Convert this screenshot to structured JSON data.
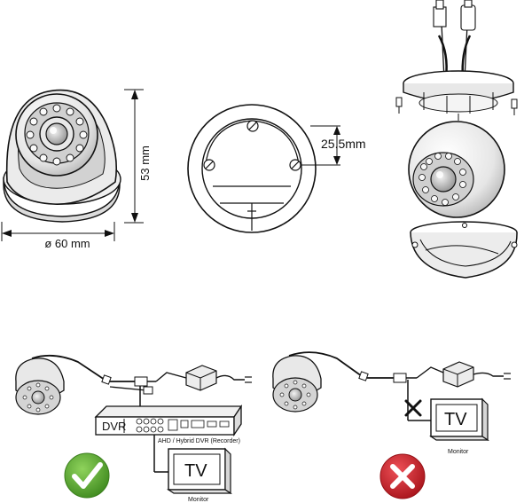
{
  "dimensions": {
    "height_label": "53 mm",
    "diameter_label": "ø 60 mm",
    "mount_label": "25.5mm"
  },
  "wiring_ok": {
    "dvr_label": "DVR",
    "recorder_caption": "AHD / Hybrid DVR (Recorder)",
    "tv_label": "TV",
    "monitor_caption": "Monitor",
    "status": "correct"
  },
  "wiring_bad": {
    "tv_label": "TV",
    "monitor_caption": "Monitor",
    "status": "incorrect"
  },
  "colors": {
    "ok_green": "#5aa833",
    "bad_red": "#cc2229",
    "line": "#111111",
    "fill_gray": "#e8e8e8"
  },
  "icons": [
    "check-icon",
    "cross-icon",
    "camera-icon",
    "power-adapter-icon",
    "monitor-icon",
    "dvr-icon"
  ]
}
